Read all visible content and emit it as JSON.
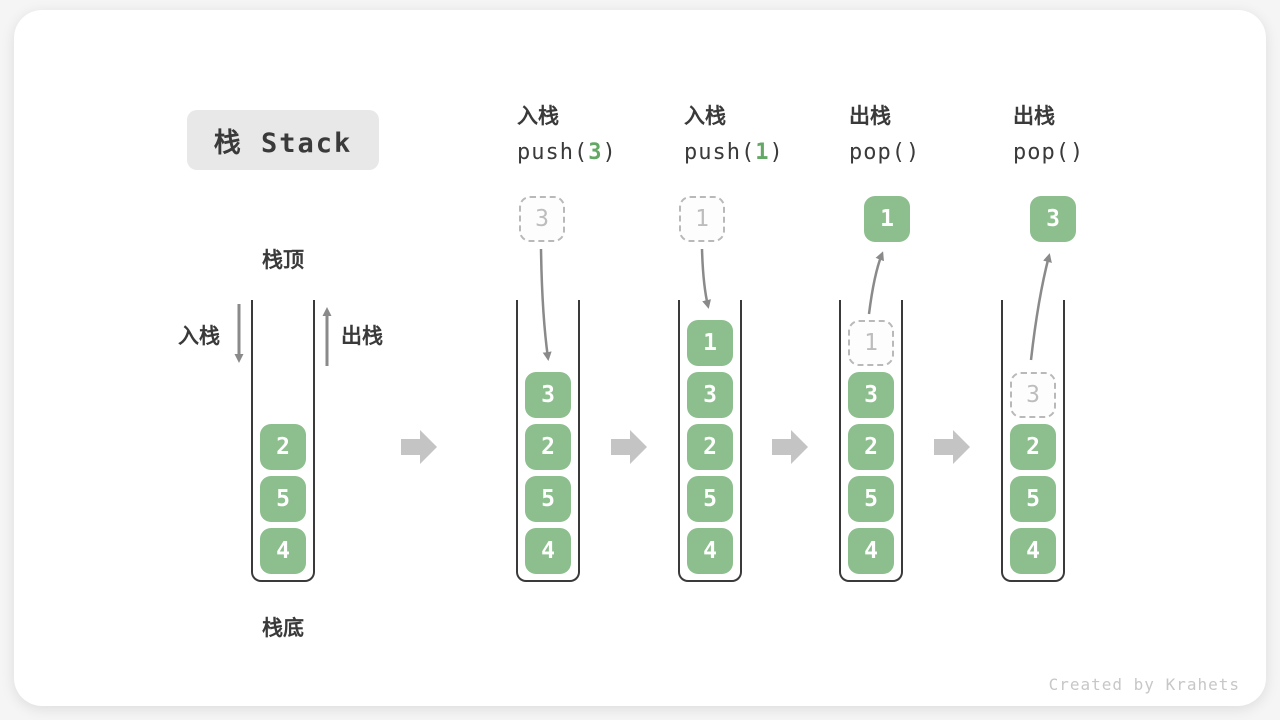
{
  "title": "栈 Stack",
  "watermark": "Created by Krahets",
  "colors": {
    "cell_green": "#8cbe8e",
    "code_arg_green": "#64a865",
    "dark_text": "#3a3a3a",
    "arrow_gray": "#8a8a8a",
    "block_arrow_gray": "#c4c4c4",
    "ghost_gray": "#b9b9b9",
    "title_bg": "#e8e8e8"
  },
  "initial_stack": {
    "top_label": "栈顶",
    "bottom_label": "栈底",
    "push_label": "入栈",
    "pop_label": "出栈",
    "cells": [
      {
        "v": "2"
      },
      {
        "v": "5"
      },
      {
        "v": "4"
      }
    ]
  },
  "steps": [
    {
      "label": "入栈",
      "code_pre": "push(",
      "code_arg": "3",
      "code_post": ")",
      "float": {
        "v": "3"
      },
      "cells": [
        {
          "v": "3"
        },
        {
          "v": "2"
        },
        {
          "v": "5"
        },
        {
          "v": "4"
        }
      ]
    },
    {
      "label": "入栈",
      "code_pre": "push(",
      "code_arg": "1",
      "code_post": ")",
      "float": {
        "v": "1"
      },
      "cells": [
        {
          "v": "1"
        },
        {
          "v": "3"
        },
        {
          "v": "2"
        },
        {
          "v": "5"
        },
        {
          "v": "4"
        }
      ]
    },
    {
      "label": "出栈",
      "code_pre": "pop()",
      "code_arg": "",
      "code_post": "",
      "float": {
        "v": "1"
      },
      "cells": [
        {
          "v": "1"
        },
        {
          "v": "3"
        },
        {
          "v": "2"
        },
        {
          "v": "5"
        },
        {
          "v": "4"
        }
      ]
    },
    {
      "label": "出栈",
      "code_pre": "pop()",
      "code_arg": "",
      "code_post": "",
      "float": {
        "v": "3"
      },
      "cells": [
        {
          "v": "3"
        },
        {
          "v": "2"
        },
        {
          "v": "5"
        },
        {
          "v": "4"
        }
      ]
    }
  ]
}
